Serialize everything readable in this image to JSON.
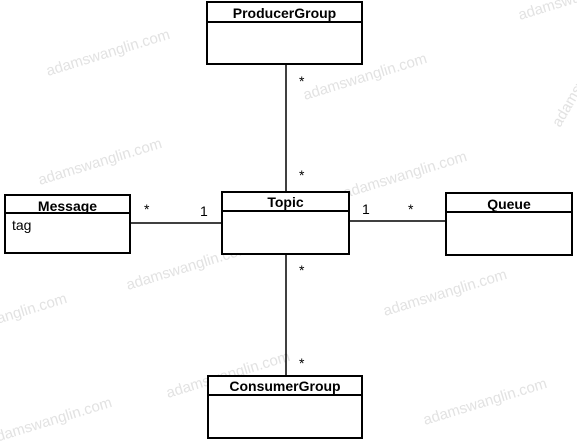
{
  "watermark": "adamswanglin.com",
  "classes": {
    "producer_group": {
      "name": "ProducerGroup",
      "attributes": []
    },
    "message": {
      "name": "Message",
      "attributes": [
        "tag"
      ]
    },
    "topic": {
      "name": "Topic",
      "attributes": []
    },
    "queue": {
      "name": "Queue",
      "attributes": []
    },
    "consumer_group": {
      "name": "ConsumerGroup",
      "attributes": []
    }
  },
  "associations": {
    "producer_topic": {
      "producer_end": "*",
      "topic_end": "*"
    },
    "message_topic": {
      "message_end": "*",
      "topic_end": "1"
    },
    "topic_queue": {
      "topic_end": "1",
      "queue_end": "*"
    },
    "topic_consumer": {
      "topic_end": "*",
      "consumer_end": "*"
    }
  }
}
